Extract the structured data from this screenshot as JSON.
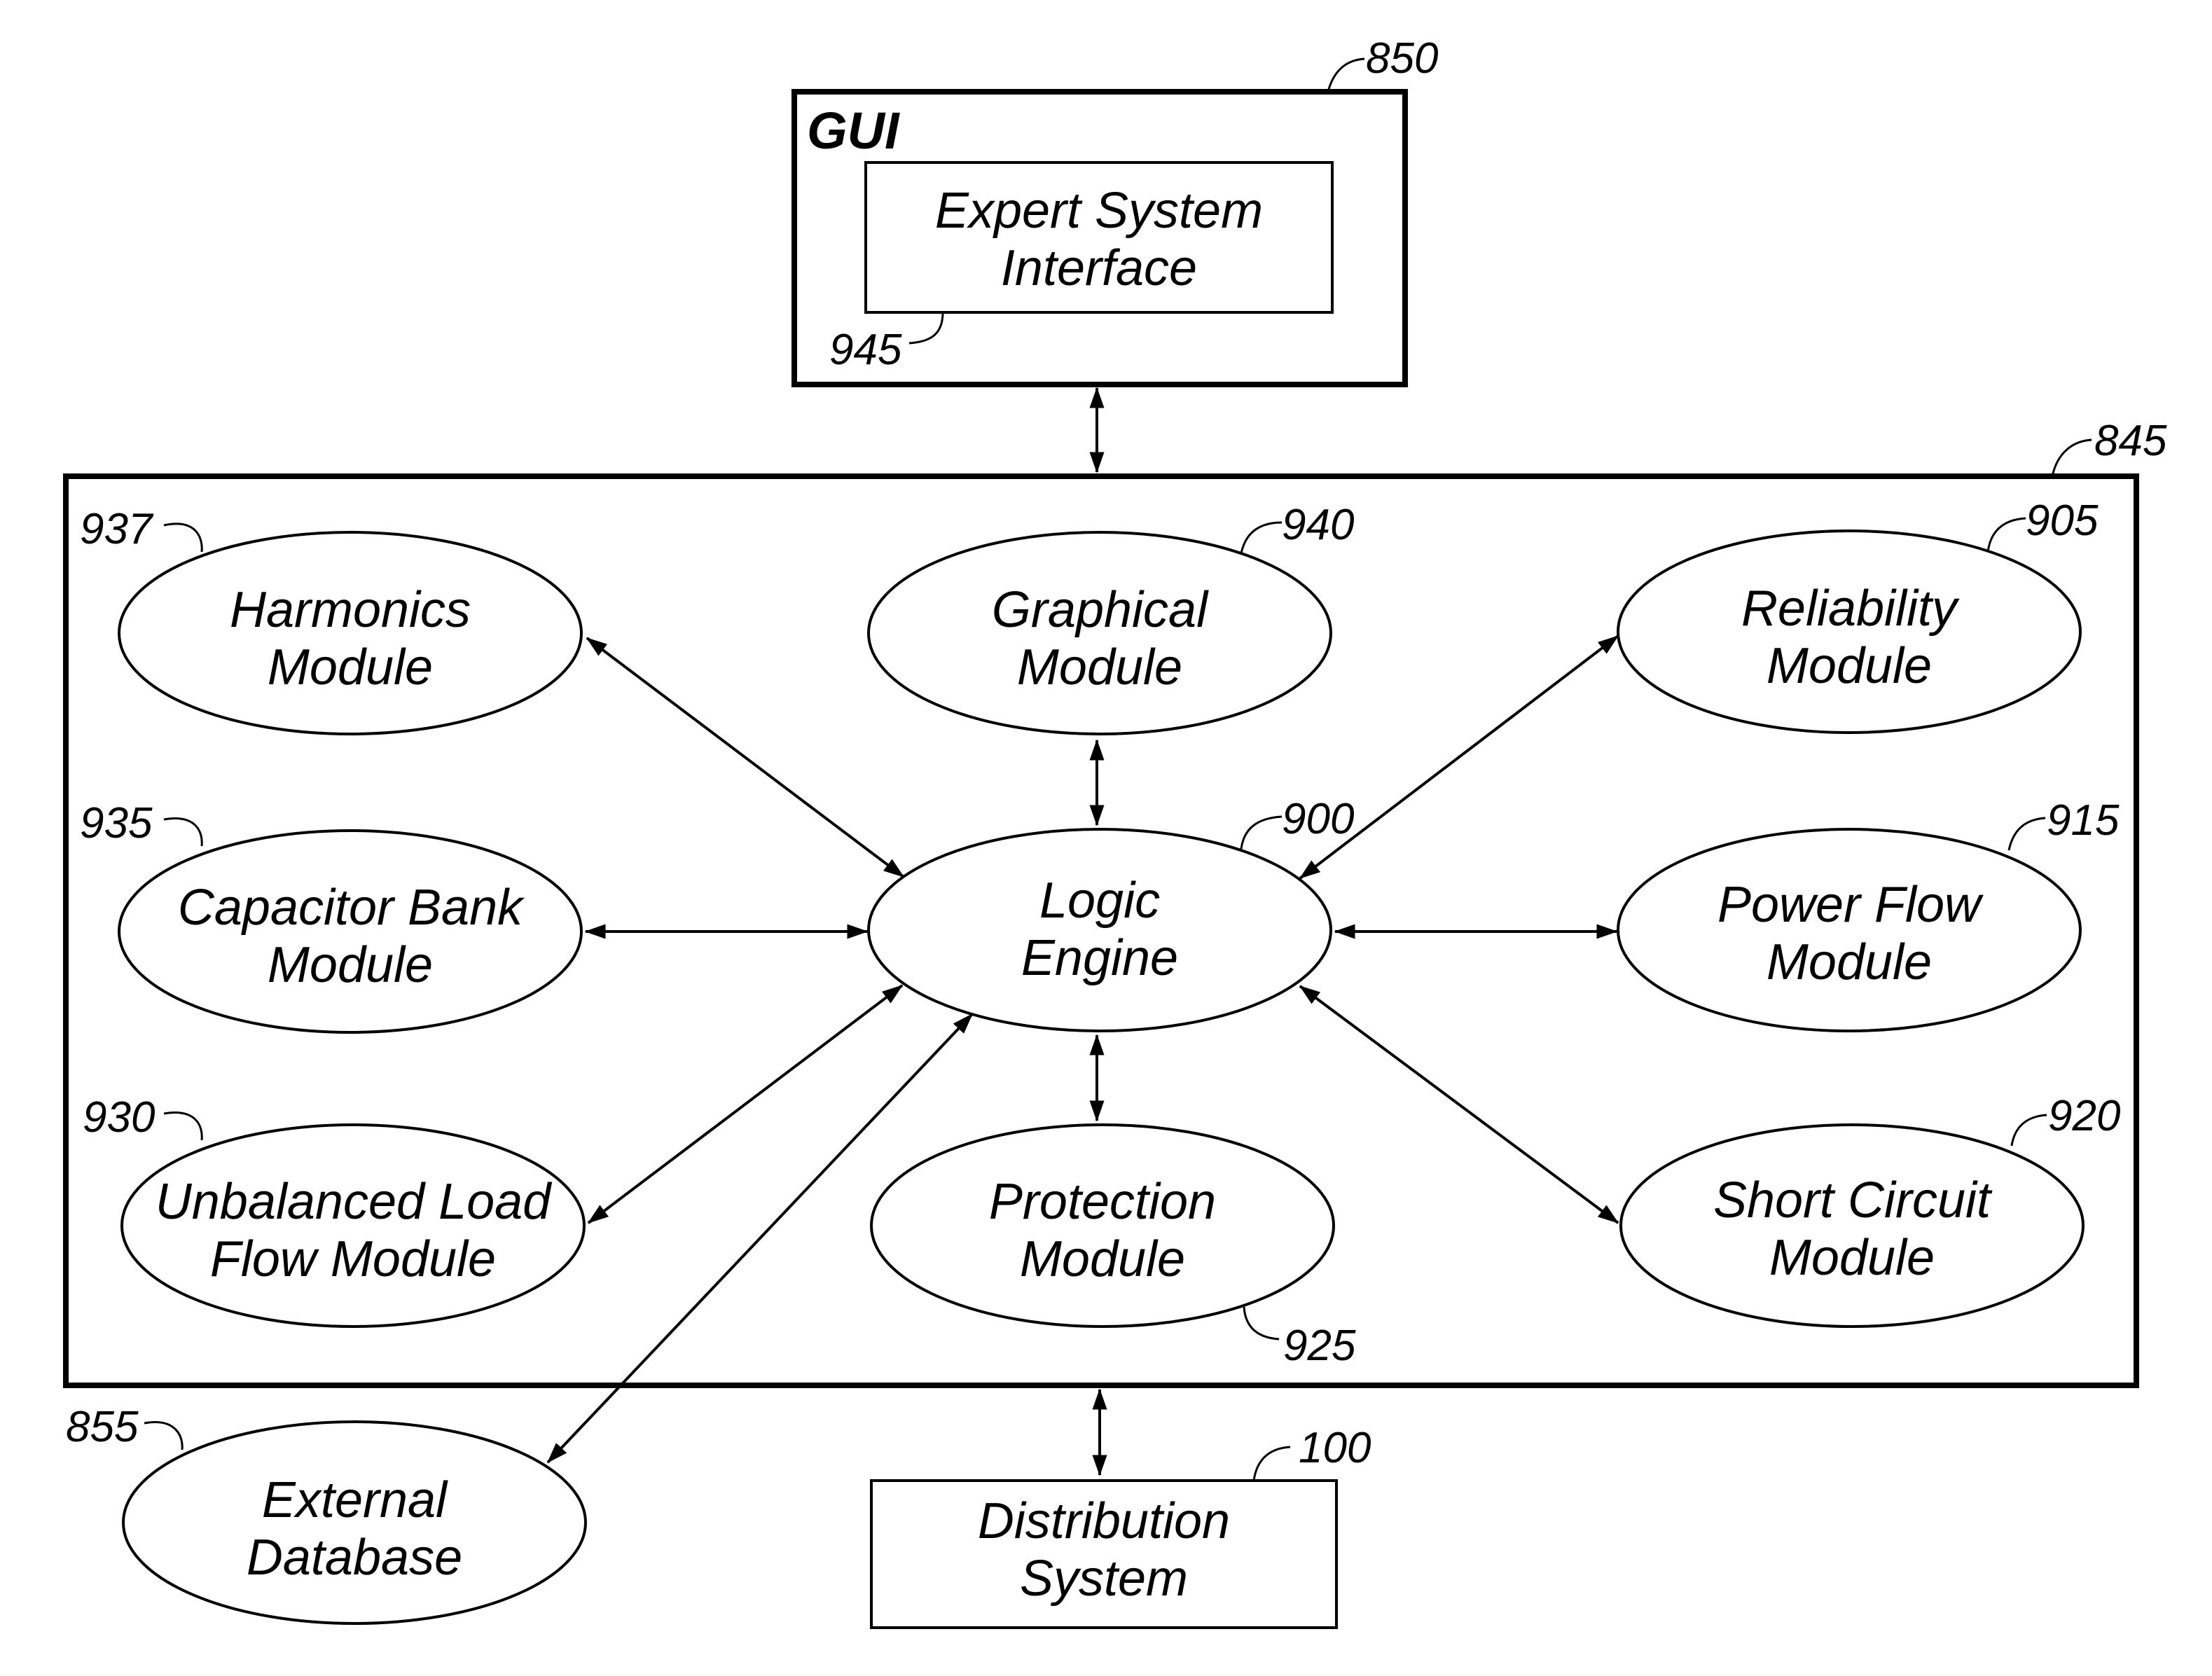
{
  "gui": {
    "title": "GUI",
    "ref": "850"
  },
  "expert_interface": {
    "lines": [
      "Expert System",
      "Interface"
    ],
    "ref": "945"
  },
  "main_box": {
    "ref": "845"
  },
  "modules": {
    "harmonics": {
      "lines": [
        "Harmonics",
        "Module"
      ],
      "ref": "937"
    },
    "graphical": {
      "lines": [
        "Graphical",
        "Module"
      ],
      "ref": "940"
    },
    "reliability": {
      "lines": [
        "Reliability",
        "Module"
      ],
      "ref": "905"
    },
    "capacitor": {
      "lines": [
        "Capacitor Bank",
        "Module"
      ],
      "ref": "935"
    },
    "logic": {
      "lines": [
        "Logic",
        "Engine"
      ],
      "ref": "900"
    },
    "powerflow": {
      "lines": [
        "Power Flow",
        "Module"
      ],
      "ref": "915"
    },
    "unbalanced": {
      "lines": [
        "Unbalanced Load",
        "Flow Module"
      ],
      "ref": "930"
    },
    "protection": {
      "lines": [
        "Protection",
        "Module"
      ],
      "ref": "925"
    },
    "shortcircuit": {
      "lines": [
        "Short Circuit",
        "Module"
      ],
      "ref": "920"
    }
  },
  "external_db": {
    "lines": [
      "External",
      "Database"
    ],
    "ref": "855"
  },
  "distribution": {
    "lines": [
      "Distribution",
      "System"
    ],
    "ref": "100"
  }
}
